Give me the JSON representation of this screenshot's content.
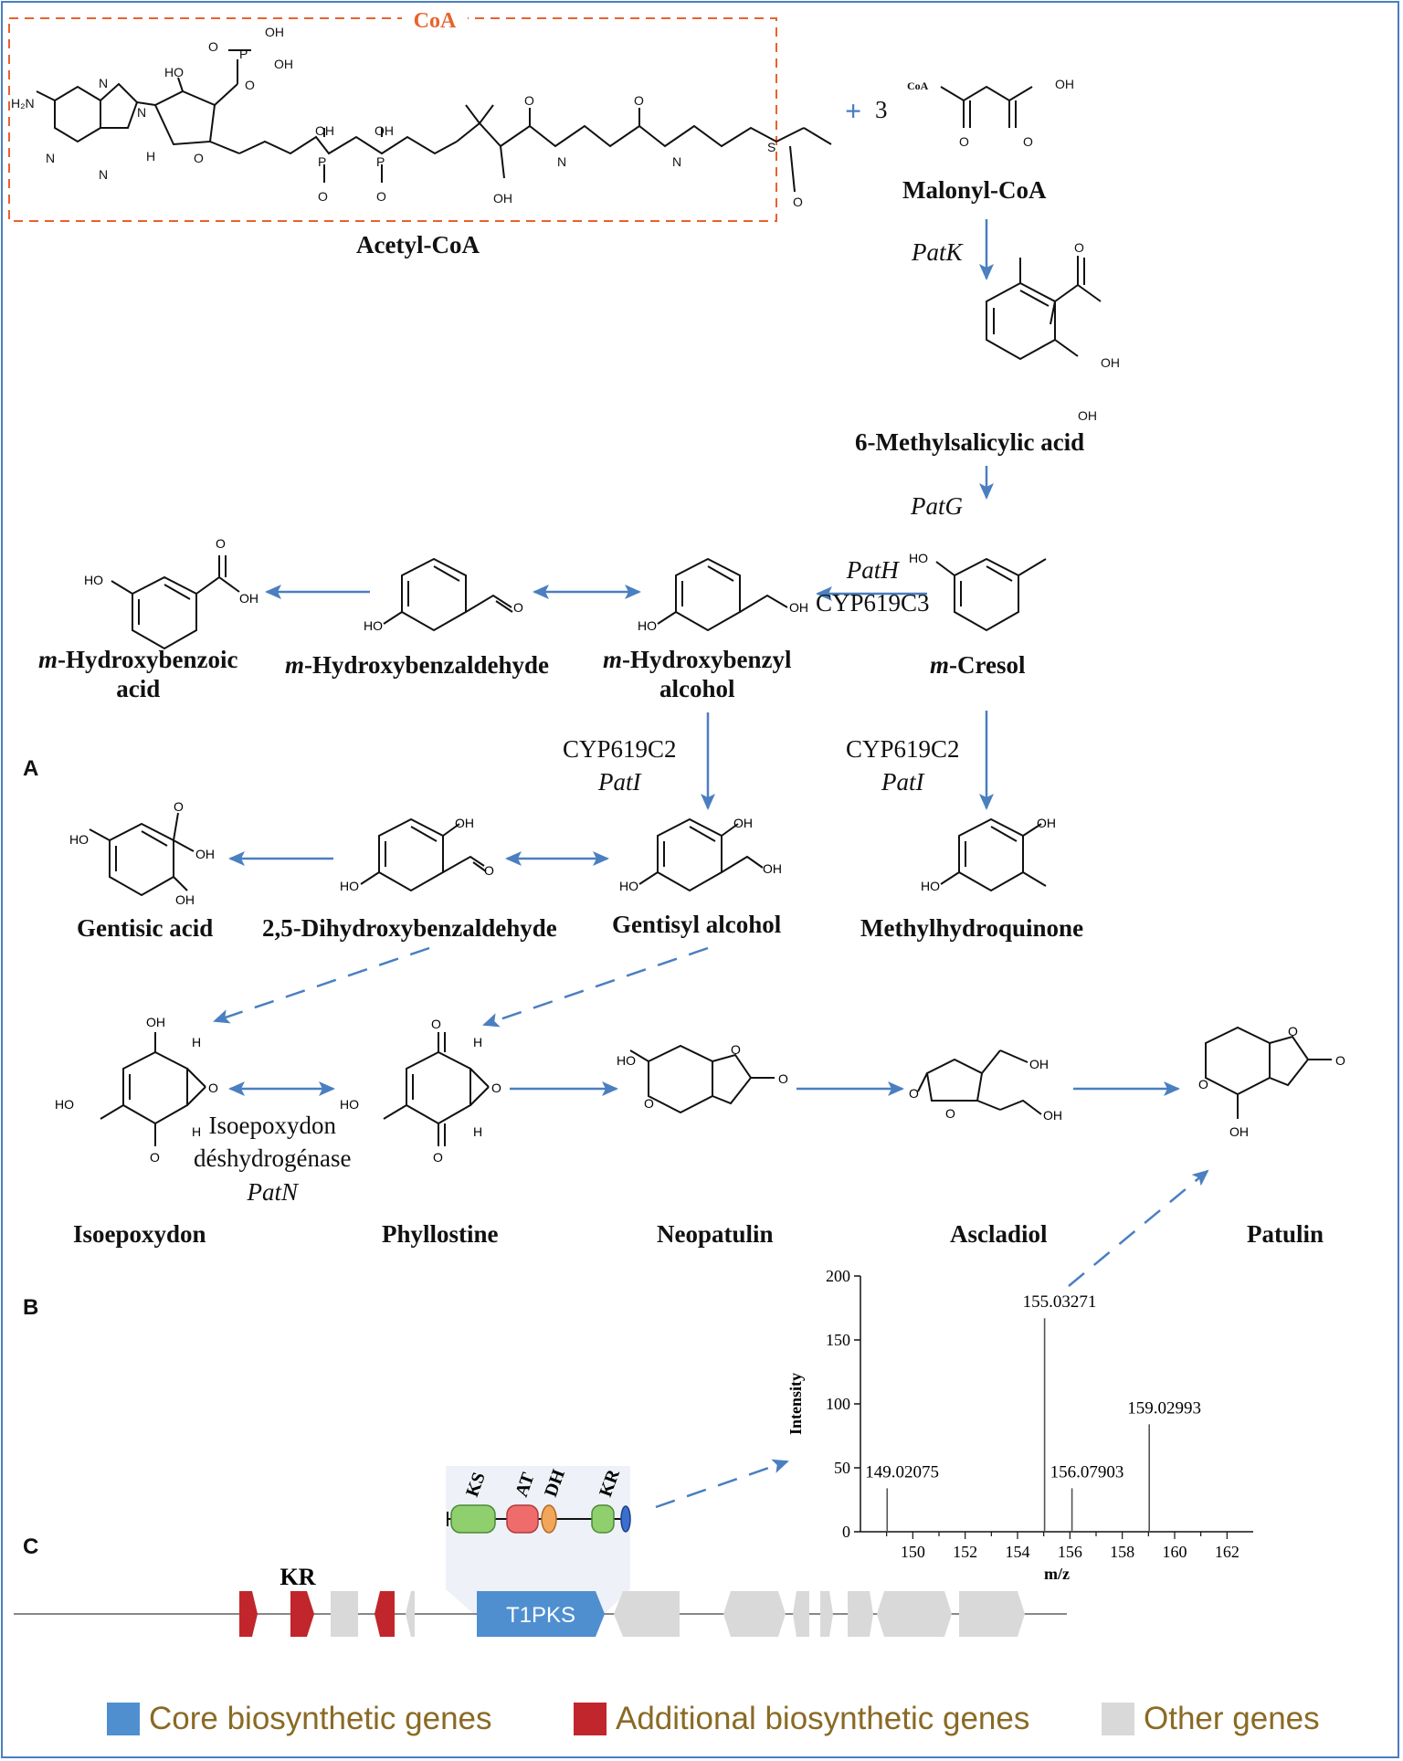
{
  "title_box": "CoA",
  "compounds": {
    "acetyl_coa": "Acetyl-CoA",
    "plus": "+",
    "three": "3",
    "malonyl_coa": "Malonyl-CoA",
    "methylsalicylic": "6-Methylsalicylic acid",
    "m_cresol_italic": "m",
    "m_cresol": "-Cresol",
    "m_hbalc_italic": "m",
    "m_hbalc_1": "-Hydroxybenzyl",
    "m_hbalc_2": "alcohol",
    "m_hbald_italic": "m",
    "m_hbald": "-Hydroxybenzaldehyde",
    "m_hbacid_italic": "m",
    "m_hbacid_1": "-Hydroxybenzoic",
    "m_hbacid_2": "acid",
    "gentisic": "Gentisic acid",
    "dhba": "2,5-Dihydroxybenzaldehyde",
    "gentisyl": "Gentisyl alcohol",
    "mhq": "Methylhydroquinone",
    "isoepoxydon": "Isoepoxydon",
    "phyllostine": "Phyllostine",
    "neopatulin": "Neopatulin",
    "ascladiol": "Ascladiol",
    "patulin": "Patulin"
  },
  "atoms": {
    "coa": "CoA",
    "oh": "OH",
    "ho": "HO",
    "o": "O",
    "n": "N",
    "h": "H",
    "nh": "N",
    "s": "S",
    "p": "P",
    "h2n": "H₂N"
  },
  "enzymes": {
    "patk": "PatK",
    "patg": "PatG",
    "path": "PatH",
    "cyp619c3": "CYP619C3",
    "cyp619c2_a": "CYP619C2",
    "pati_a": "PatI",
    "cyp619c2_b": "CYP619C2",
    "pati_b": "PatI",
    "isoepox_1": "Isoepoxydon",
    "isoepox_2": "déshydrogénase",
    "patn": "PatN"
  },
  "panels": {
    "a": "A",
    "b": "B",
    "c": "C"
  },
  "chart_data": {
    "type": "bar",
    "xlabel": "m/z",
    "ylabel": "Intensity",
    "xlim": [
      148,
      163
    ],
    "ylim": [
      0,
      200
    ],
    "xticks": [
      150,
      152,
      154,
      156,
      158,
      160,
      162
    ],
    "yticks": [
      0,
      50,
      100,
      150,
      200
    ],
    "peaks": [
      {
        "mz": 149.02075,
        "intensity": 34,
        "label": "149.02075"
      },
      {
        "mz": 155.03271,
        "intensity": 167,
        "label": "155.03271"
      },
      {
        "mz": 156.07903,
        "intensity": 34,
        "label": "156.07903"
      },
      {
        "mz": 159.02993,
        "intensity": 84,
        "label": "159.02993"
      }
    ]
  },
  "pks_domains": [
    "KS",
    "AT",
    "DH",
    "KR"
  ],
  "cluster": {
    "kr_label": "KR",
    "t1pks_label": "T1PKS",
    "colors": {
      "core": "#4f8fd0",
      "additional": "#c0262b",
      "other": "#d9d9d9"
    }
  },
  "legend": {
    "core": "Core biosynthetic genes",
    "additional": "Additional biosynthetic genes",
    "other": "Other genes"
  }
}
